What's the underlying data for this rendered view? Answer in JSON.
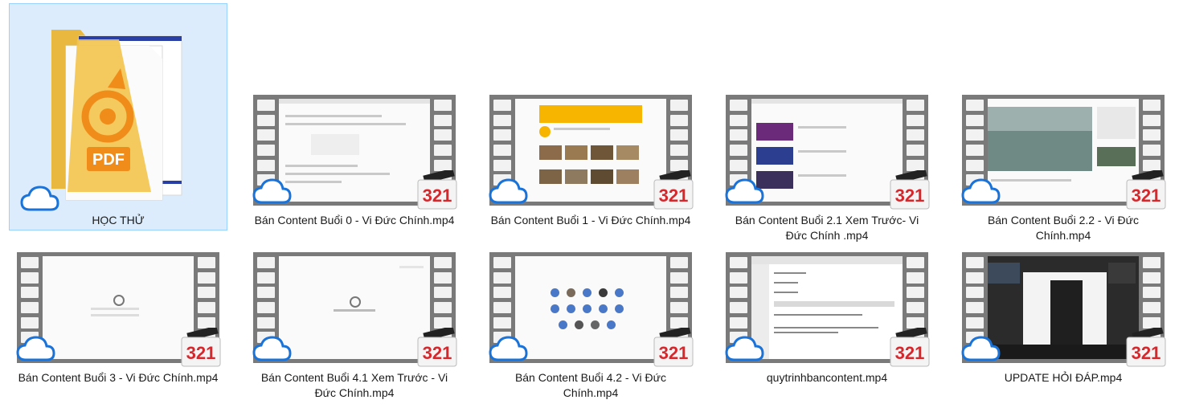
{
  "items": [
    {
      "label": "HỌC THỬ",
      "type": "folder",
      "selected": true
    },
    {
      "label": "Bán Content Buổi 0 - Vi Đức Chính.mp4",
      "type": "video"
    },
    {
      "label": "Bán Content Buổi 1 - Vi Đức Chính.mp4",
      "type": "video"
    },
    {
      "label": "Bán Content Buổi 2.1 Xem Trước- Vi Đức Chính .mp4",
      "type": "video"
    },
    {
      "label": "Bán Content Buổi 2.2 - Vi Đức Chính.mp4",
      "type": "video"
    },
    {
      "label": "Bán Content Buổi 3 - Vi Đức Chính.mp4",
      "type": "video"
    },
    {
      "label": "Bán Content Buổi 4.1 Xem Trước - Vi Đức Chính.mp4",
      "type": "video"
    },
    {
      "label": "Bán Content Buổi 4.2 - Vi Đức Chính.mp4",
      "type": "video"
    },
    {
      "label": "quytrinhbancontent.mp4",
      "type": "video"
    },
    {
      "label": "UPDATE HỎI ĐÁP.mp4",
      "type": "video"
    }
  ],
  "overlay_badge": "321",
  "folder_badge": "PDF",
  "icons": {
    "sync_status": "cloud-icon",
    "player": "mpc-hc-icon"
  }
}
